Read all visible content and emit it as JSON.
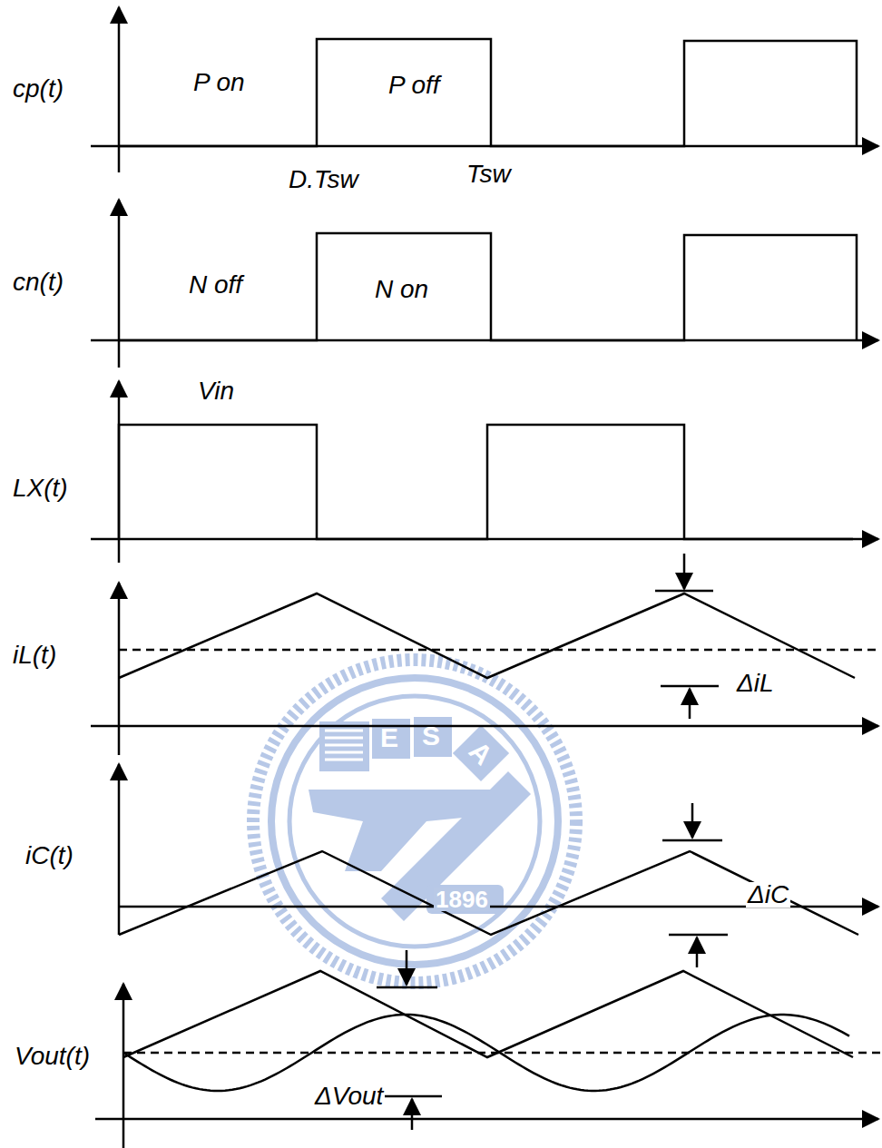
{
  "diagram": {
    "labels": [
      "cp(t)",
      "P on",
      "P off",
      "D.Tsw",
      "Tsw",
      "cn(t)",
      "N off",
      "N on",
      "Vin",
      "LX(t)",
      "iL(t)",
      "ΔiL",
      "iC(t)",
      "ΔiC",
      "Vout(t)",
      "ΔVout",
      "E",
      "S",
      "A",
      "1896"
    ]
  }
}
